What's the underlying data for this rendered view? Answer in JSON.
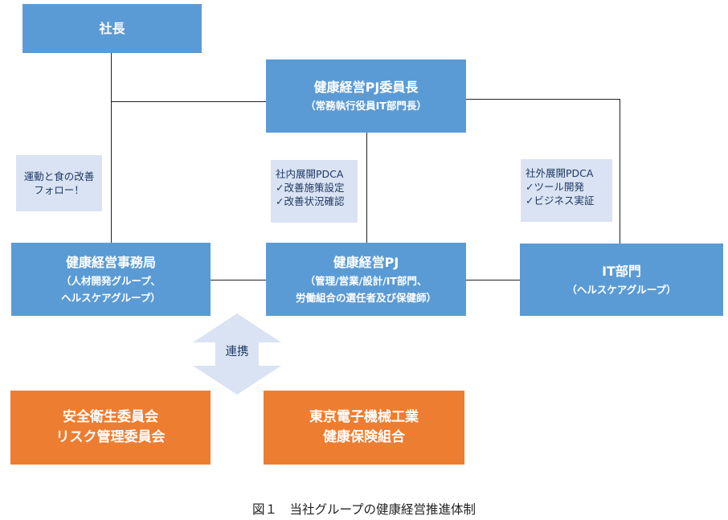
{
  "president": {
    "title": "社長"
  },
  "committee_chair": {
    "title": "健康経営PJ委員長",
    "subtitle": "（常務執行役員IT部門長）"
  },
  "secretariat": {
    "title": "健康経営事務局",
    "sub1": "（人材開発グループ、",
    "sub2": "ヘルスケアグループ）"
  },
  "project": {
    "title": "健康経営PJ",
    "sub1": "（管理/営業/設計/IT部門、",
    "sub2": "労働組合の選任者及び保健師）"
  },
  "it_dept": {
    "title": "IT部門",
    "subtitle": "（ヘルスケアグループ）"
  },
  "note_left": {
    "line1": "運動と食の改善",
    "line2": "フォロー！"
  },
  "note_center": {
    "line1": "社内展開PDCA",
    "line2": "✓改善施策設定",
    "line3": "✓改善状況確認"
  },
  "note_right": {
    "line1": "社外展開PDCA",
    "line2": "✓ツール開発",
    "line3": "✓ビジネス実証"
  },
  "arrow": {
    "label": "連携"
  },
  "safety": {
    "line1": "安全衛生委員会",
    "line2": "リスク管理委員会"
  },
  "insurance": {
    "line1": "東京電子機械工業",
    "line2": "健康保険組合"
  },
  "caption": "図１　当社グループの健康経営推進体制",
  "colors": {
    "blue_box": "#5b9bd5",
    "orange_box": "#ed7d31",
    "note_bg": "#dae3f3",
    "arrow": "#dae3f3",
    "line": "#222222"
  }
}
